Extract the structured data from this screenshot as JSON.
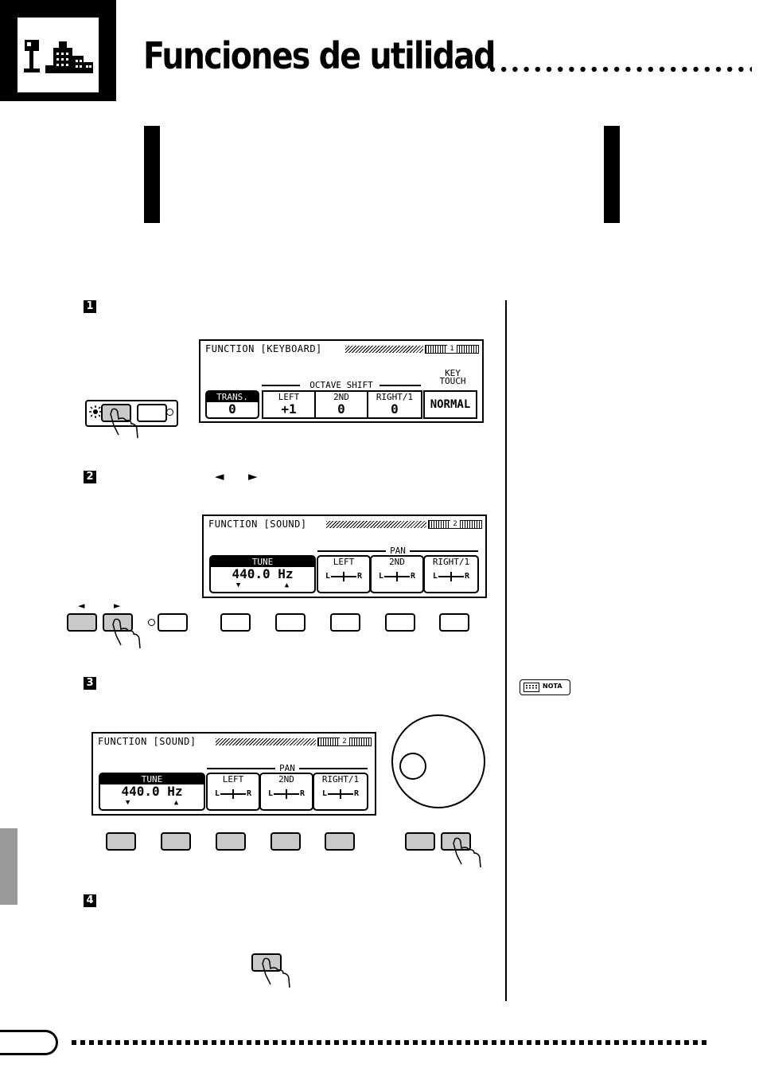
{
  "header": {
    "title": "Funciones de utilidad"
  },
  "steps": [
    "1",
    "2",
    "3",
    "4"
  ],
  "step2_arrows": {
    "left": "◄",
    "right": "►"
  },
  "lcd1": {
    "title": "FUNCTION [KEYBOARD]",
    "page": "1",
    "trans_label": "TRANS.",
    "trans_value": "0",
    "octave_group": "OCTAVE SHIFT",
    "left_label": "LEFT",
    "left_value": "+1",
    "second_label": "2ND",
    "second_value": "0",
    "right_label": "RIGHT/1",
    "right_value": "0",
    "touch_label_1": "KEY",
    "touch_label_2": "TOUCH",
    "touch_value": "NORMAL"
  },
  "lcd_sound": {
    "title": "FUNCTION [SOUND]",
    "page": "2",
    "tune_label": "TUNE",
    "tune_value": "440.0 Hz",
    "tune_arrows": "▼ ▲",
    "pan_group": "PAN",
    "left_label": "LEFT",
    "second_label": "2ND",
    "right_label": "RIGHT/1",
    "pan_l": "L",
    "pan_r": "R"
  },
  "panel_arrows": {
    "left": "◄",
    "right": "►"
  },
  "nota": {
    "label": "NOTA"
  }
}
